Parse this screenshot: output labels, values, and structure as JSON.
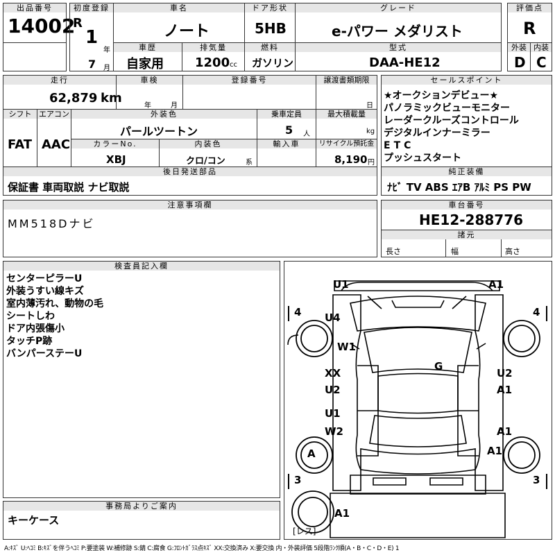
{
  "header": {
    "lot_no_label": "出品番号",
    "lot_no": "14002",
    "first_reg_label": "初度登録",
    "era": "R",
    "year": "1",
    "year_unit": "年",
    "month": "7",
    "month_unit": "月",
    "car_name_label": "車名",
    "car_name": "ノート",
    "door_label": "ドア形状",
    "door": "5HB",
    "grade_label": "グレード",
    "grade": "e-パワー メダリスト",
    "score_label": "評価点",
    "score": "R",
    "history_label": "車歴",
    "history": "自家用",
    "displacement_label": "排気量",
    "displacement": "1200",
    "displacement_unit": "cc",
    "fuel_label": "燃料",
    "fuel": "ガソリン",
    "model_label": "型式",
    "model": "DAA-HE12",
    "ext_label": "外装",
    "ext_grade": "D",
    "int_label": "内装",
    "int_grade": "C"
  },
  "row2": {
    "mileage_label": "走行",
    "mileage": "62,879",
    "mileage_unit": "km",
    "inspection_label": "車検",
    "insp_year_unit": "年",
    "insp_month_unit": "月",
    "regno_label": "登録番号",
    "transfer_label": "譲渡書類期限",
    "transfer_day_unit": "日",
    "shift_label": "シフト",
    "shift": "FAT",
    "ac_label": "エアコン",
    "ac": "AAC",
    "ext_color_label": "外装色",
    "ext_color": "パールツートン",
    "capacity_label": "乗車定員",
    "capacity": "5",
    "capacity_unit": "人",
    "maxload_label": "最大積載量",
    "maxload_unit": "kg",
    "colorno_label": "カラーNo.",
    "colorno": "XBJ",
    "int_color_label": "内装色",
    "int_color": "クロ/コン",
    "int_color_unit": "系",
    "import_label": "輸入車",
    "recycle_label": "リサイクル預託金",
    "recycle": "8,190",
    "recycle_unit": "円",
    "later_label": "後日発送部品",
    "later": "保証書 車両取説 ナビ取説"
  },
  "selling": {
    "label": "セールスポイント",
    "items": [
      "★オークションデビュー★",
      "パノラミックビューモニター",
      "レーダークルーズコントロール",
      "デジタルインナーミラー",
      "ETC",
      "プッシュスタート"
    ]
  },
  "equipment": {
    "label": "純正装備",
    "value": "ﾅﾋﾞ TV ABS ｴｱB ｱﾙﾐ PS PW"
  },
  "caution": {
    "label": "注意事項欄",
    "value": "MM518Dナビ"
  },
  "chassis": {
    "label": "車台番号",
    "value": "HE12-288776",
    "dims_label": "諸元",
    "length_label": "長さ",
    "width_label": "幅",
    "height_label": "高さ"
  },
  "inspector": {
    "label": "検査員記入欄",
    "notes": [
      "センターピラーU",
      "外装うすい線キズ",
      "室内薄汚れ、動物の毛",
      "シートしわ",
      "ドア内張傷小",
      "タッチP跡",
      "バンパーステーU"
    ]
  },
  "office": {
    "label": "事務局よりご案内",
    "value": "キーケース"
  },
  "diagram": {
    "marks": [
      "U1",
      "A1",
      "U4",
      "W1",
      "XX",
      "U2",
      "G",
      "U2",
      "A1",
      "U1",
      "W2",
      "A1",
      "A",
      "A1",
      "A1"
    ],
    "tire_fl": "4",
    "tire_fr": "4",
    "tire_rl": "3",
    "tire_rr": "3",
    "spare_label": "レス"
  },
  "legend": "A:ｷｽﾞ U:ﾍｺﾐ B:ｷｽﾞを伴うﾍｺﾐ P:要塗装 W:補修跡 S:錆 C:腐食 G:ﾌﾛﾝﾄｶﾞﾗｽ点ｷｽﾞ XX:交換済み X:要交換 内・外装評価 5段階ﾗﾝｸ順(A・B・C・D・E) 1"
}
